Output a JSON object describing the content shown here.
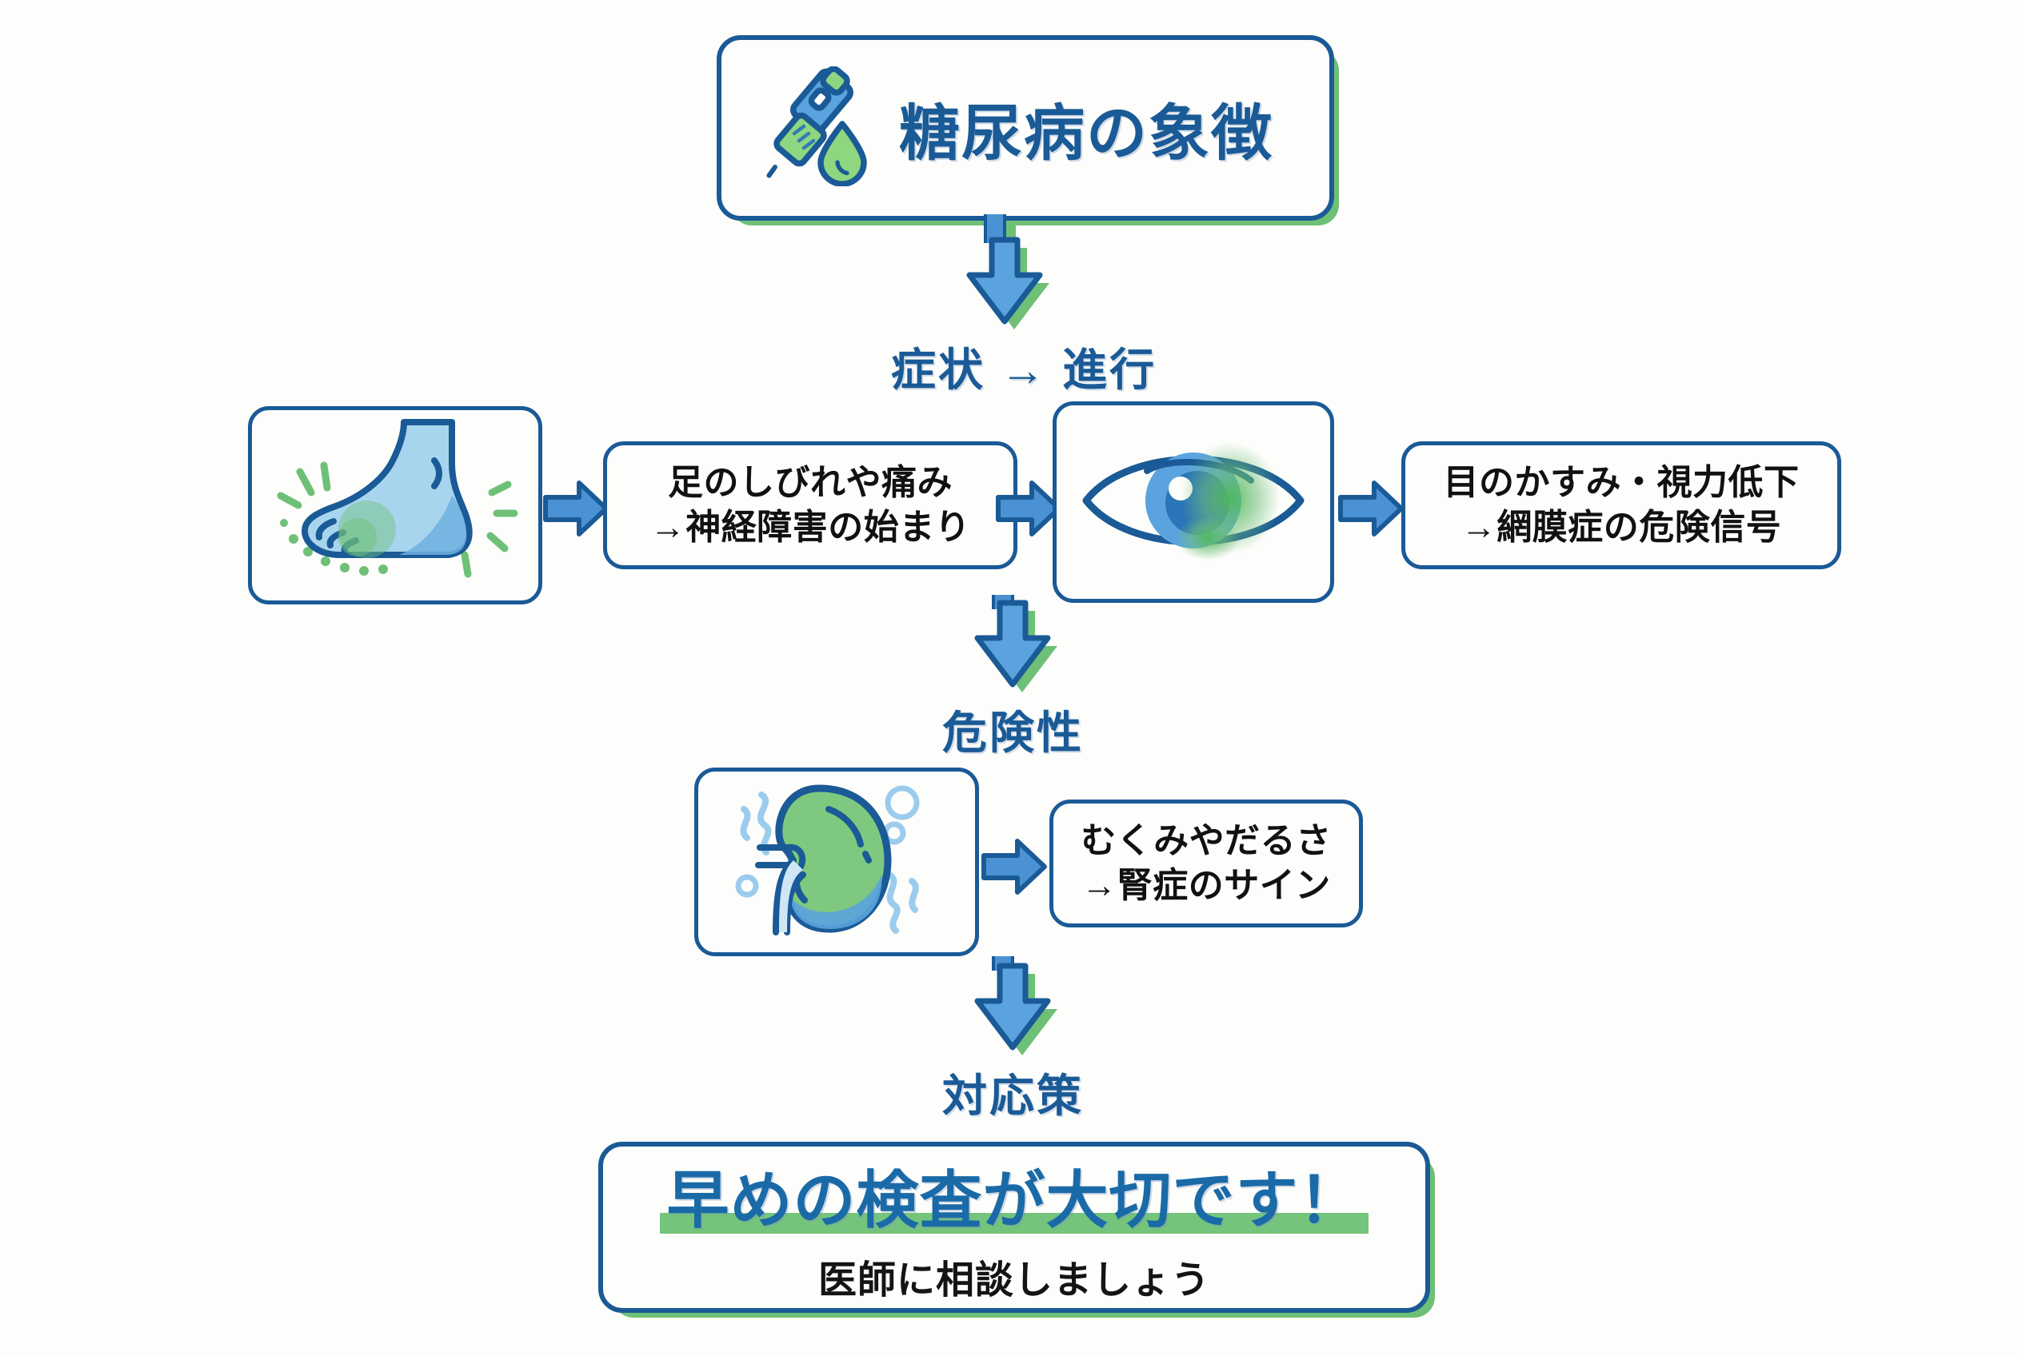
{
  "diagram": {
    "title": "糖尿病の象徴",
    "background_color": "#fdfdfb",
    "accent_blue": "#1a5a96",
    "accent_green": "#6fc077"
  },
  "title_box": {
    "label": "糖尿病の象徴",
    "icon": "insulin-pen-and-blood-drop-icon"
  },
  "stage_labels": [
    {
      "text": "症状 → 進行"
    },
    {
      "text": "危険性"
    },
    {
      "text": "対応策"
    }
  ],
  "symptom_row": {
    "foot_icon": "foot-tingling-icon",
    "foot_text": {
      "line1": "足のしびれや痛み",
      "line2": "→神経障害の始まり"
    },
    "eye_icon": "blurred-eye-icon",
    "eye_text": {
      "line1": "目のかすみ・視力低下",
      "line2": "→網膜症の危険信号"
    }
  },
  "risk_row": {
    "kidney_icon": "kidney-icon",
    "kidney_text": {
      "line1": "むくみやだるさ",
      "line2": "→腎症のサイン"
    }
  },
  "conclusion": {
    "headline": "早めの検査が大切です！",
    "subline": "医師に相談しましょう"
  }
}
